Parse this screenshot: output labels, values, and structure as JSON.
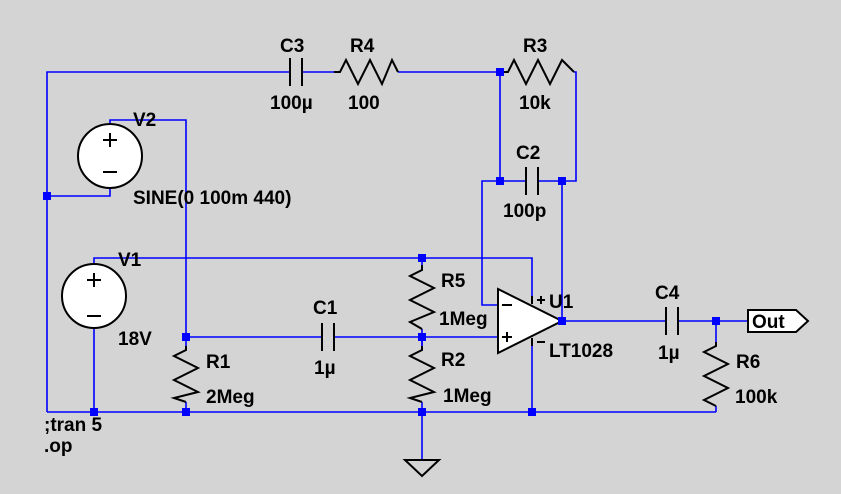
{
  "components": {
    "c3": {
      "ref": "C3",
      "value": "100µ"
    },
    "r4": {
      "ref": "R4",
      "value": "100"
    },
    "r3": {
      "ref": "R3",
      "value": "10k"
    },
    "c2": {
      "ref": "C2",
      "value": "100p"
    },
    "v2": {
      "ref": "V2",
      "value": "SINE(0 100m 440)"
    },
    "v1": {
      "ref": "V1",
      "value": "18V"
    },
    "r5": {
      "ref": "R5",
      "value": "1Meg"
    },
    "c1": {
      "ref": "C1",
      "value": "1µ"
    },
    "r1": {
      "ref": "R1",
      "value": "2Meg"
    },
    "r2": {
      "ref": "R2",
      "value": "1Meg"
    },
    "u1": {
      "ref": "U1",
      "value": "LT1028"
    },
    "c4": {
      "ref": "C4",
      "value": "1µ"
    },
    "r6": {
      "ref": "R6",
      "value": "100k"
    }
  },
  "output_port": {
    "label": "Out"
  },
  "directives": {
    "tran": ";tran 5",
    "op": ".op"
  },
  "colors": {
    "background": "#d4d4d4",
    "wire": "#0000ff",
    "component": "#000000",
    "fill": "#ffffff"
  }
}
